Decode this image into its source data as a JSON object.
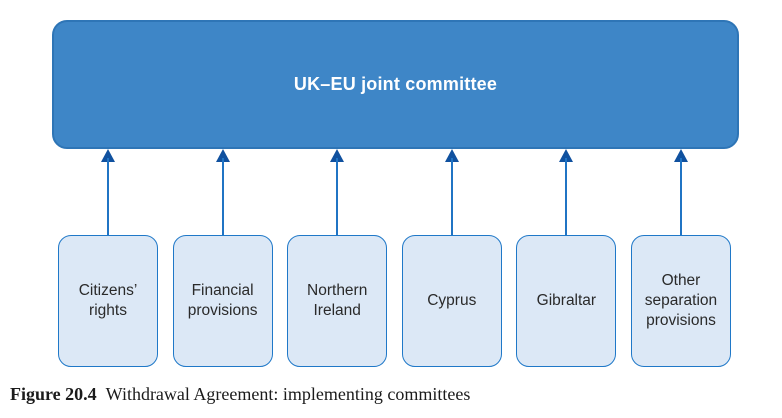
{
  "diagram": {
    "top_box": {
      "label": "UK–EU joint committee"
    },
    "committees": [
      {
        "label": "Citizens’ rights"
      },
      {
        "label": "Financial provisions"
      },
      {
        "label": "Northern Ireland"
      },
      {
        "label": "Cyprus"
      },
      {
        "label": "Gibraltar"
      },
      {
        "label": "Other separation provisions"
      }
    ]
  },
  "caption": {
    "figure_label": "Figure 20.4",
    "text": "Withdrawal Agreement: implementing committees"
  },
  "colors": {
    "top_box_fill": "#3e86c7",
    "top_box_border": "#2e75b6",
    "node_fill": "#dce8f6",
    "node_border": "#1f78c8",
    "arrow_line": "#2074c4",
    "arrow_head": "#10519f",
    "title_text": "#ffffff",
    "node_text": "#2a2a2a",
    "caption_text": "#1b1b1b"
  }
}
